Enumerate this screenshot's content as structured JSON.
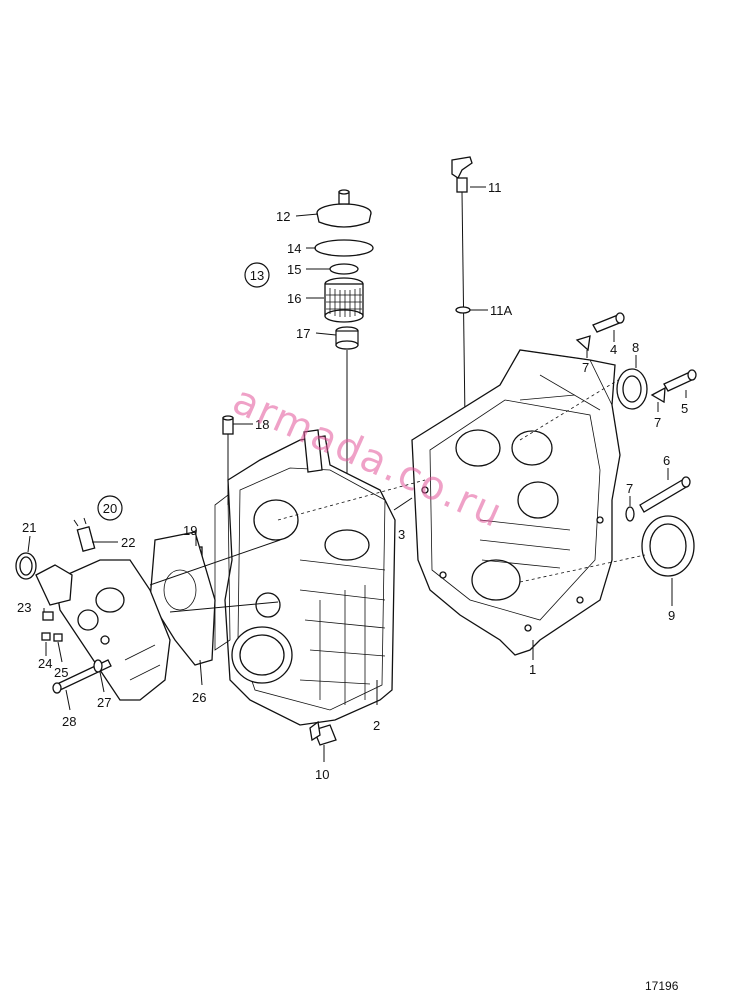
{
  "diagram": {
    "labels": {
      "l1": "1",
      "l2": "2",
      "l3": "3",
      "l4": "4",
      "l5": "5",
      "l6": "6",
      "l7a": "7",
      "l7b": "7",
      "l7c": "7",
      "l8": "8",
      "l9": "9",
      "l10": "10",
      "l11": "11",
      "l11a": "11A",
      "l12": "12",
      "l13": "13",
      "l14": "14",
      "l15": "15",
      "l16": "16",
      "l17": "17",
      "l18": "18",
      "l19": "19",
      "l20": "20",
      "l21": "21",
      "l22": "22",
      "l23": "23",
      "l24": "24",
      "l25": "25",
      "l26": "26",
      "l27": "27",
      "l28": "28"
    },
    "figure_number": "17196",
    "watermark": "armada.co.ru"
  }
}
